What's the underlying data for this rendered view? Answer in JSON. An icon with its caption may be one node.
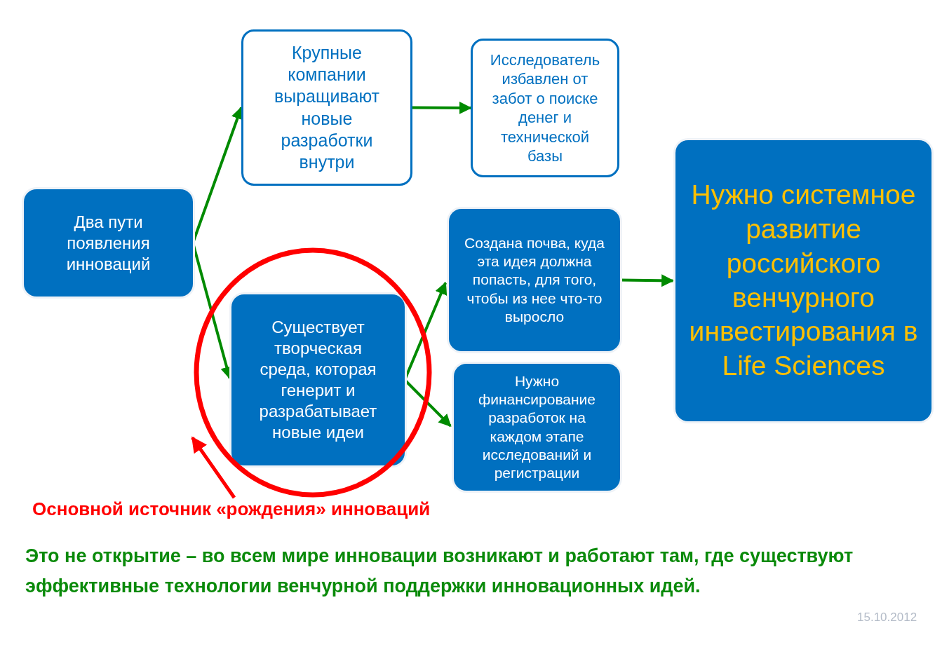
{
  "diagram": {
    "nodes": [
      {
        "text": [
          "Два пути появления инноваций"
        ]
      },
      {
        "text": [
          "Крупные компании выращивают новые разработки внутри"
        ]
      },
      {
        "text": [
          "Исследователь избавлен от забот о поиске денег и технической базы"
        ]
      },
      {
        "text": [
          "Существует творческая среда, которая генерит и разрабатывает новые идеи"
        ],
        "in": 7
      },
      {
        "text": [
          "Создана почва, куда эта идея должна попасть, для того, чтобы из нее что-то выросло"
        ]
      },
      {
        "text": [
          "Нужно финансирование разработок на каждом этапе исследований и регистрации"
        ]
      },
      {
        "text": [
          "Нужно системное развитие российского венчурного инвестирования в Life Sciences"
        ]
      },
      {
        "text": [],
        "shape": "circle"
      },
      {
        "text": [
          "Основной источник «рождения» инноваций"
        ]
      }
    ],
    "edges": [
      {
        "from": 0,
        "to": 1,
        "arrow": "to"
      },
      {
        "from": 0,
        "to": 3,
        "arrow": "to"
      },
      {
        "from": 1,
        "to": 2,
        "arrow": "to"
      },
      {
        "from": 3,
        "to": 4,
        "arrow": "to"
      },
      {
        "from": 3,
        "to": 5,
        "arrow": "to"
      },
      {
        "from": 4,
        "to": 6,
        "arrow": "to"
      },
      {
        "from": 8,
        "to": 7,
        "arrow": "to",
        "color": "#ff0000"
      }
    ],
    "labels": [
      "Это не открытие – во всем мире инновации возникают и работают там, где существуют эффективные технологии венчурной поддержки инновационных идей.",
      "15.10.2012"
    ]
  }
}
